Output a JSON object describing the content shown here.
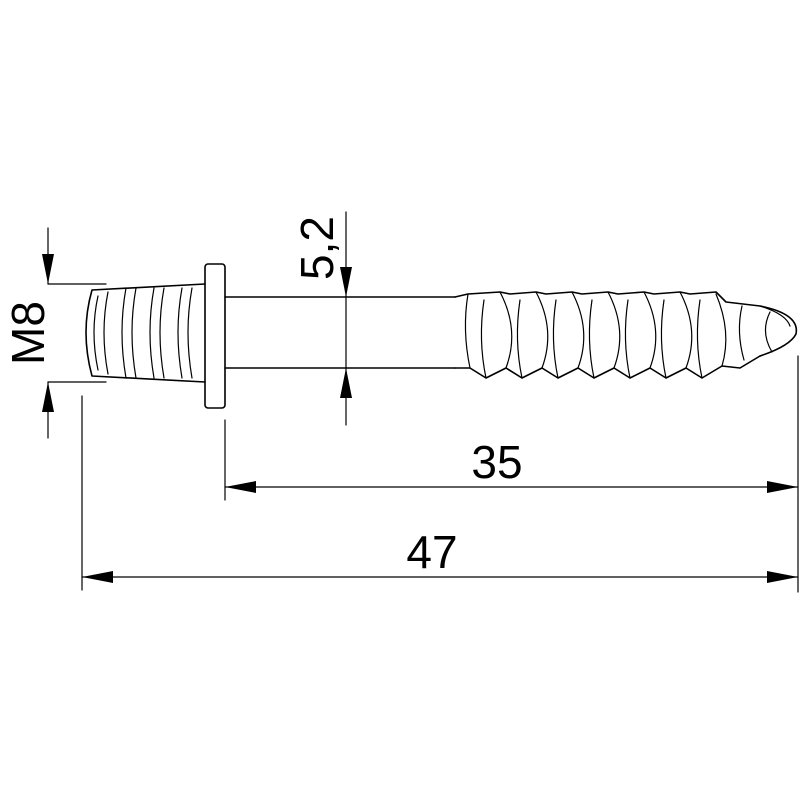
{
  "title": "",
  "dimensions": {
    "thread_label": "M8",
    "shank_diameter": "5,2",
    "screw_length": "35",
    "total_length": "47"
  },
  "colors": {
    "line": "#000000",
    "background": "#ffffff"
  }
}
